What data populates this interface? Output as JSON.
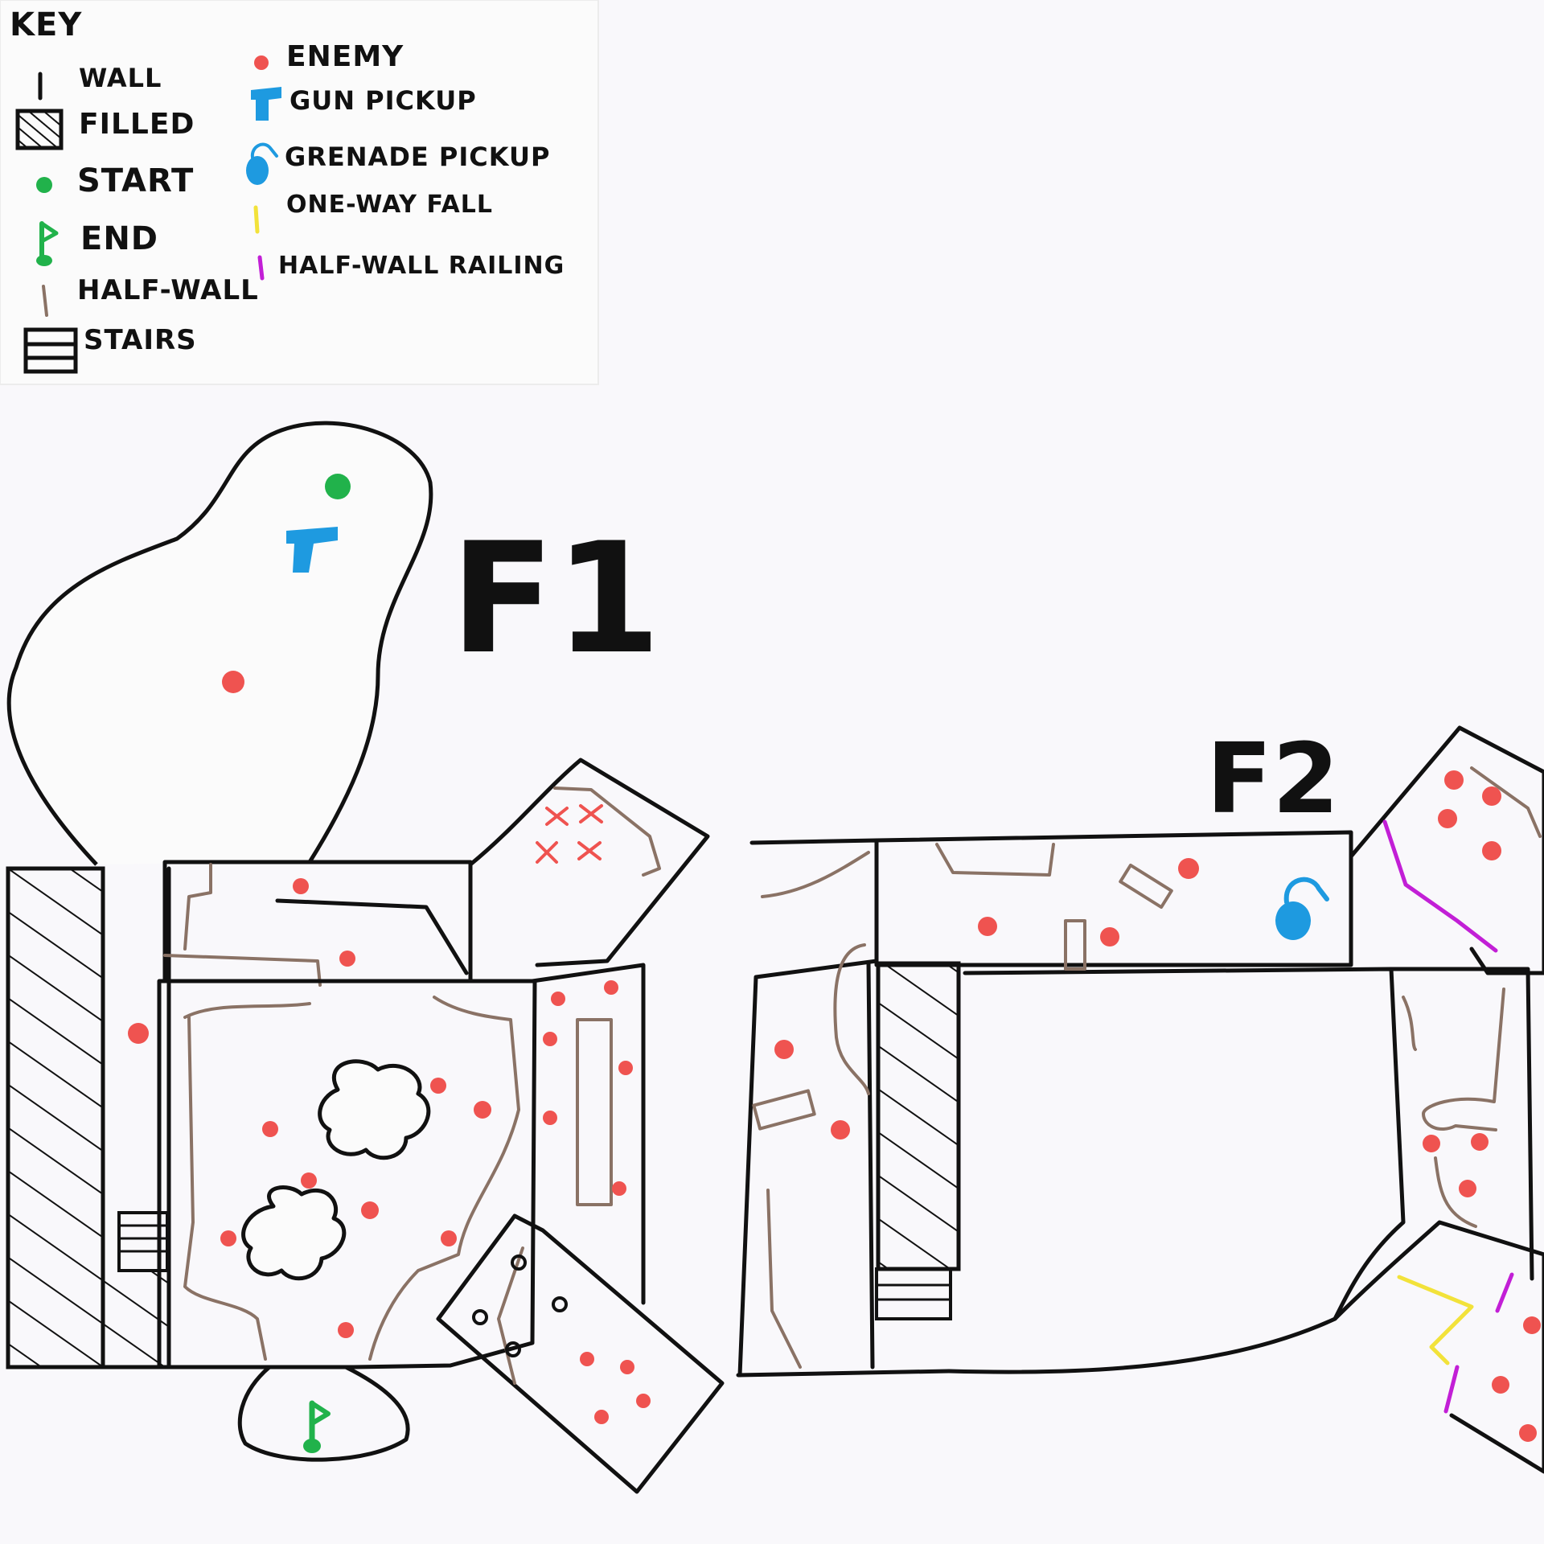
{
  "key": {
    "title": "KEY",
    "items": {
      "wall": "WALL",
      "filled": "FILLED",
      "start": "START",
      "end": "END",
      "half_wall": "HALF-WALL",
      "stairs": "STAIRS",
      "enemy": "ENEMY",
      "gun_pickup": "GUN PICKUP",
      "grenade_pickup": "GRENADE PICKUP",
      "one_way_fall": "ONE-WAY FALL",
      "half_wall_railing": "HALF-WALL RAILING"
    }
  },
  "floors": {
    "f1": "F1",
    "f2": "F2"
  },
  "colors": {
    "wall": "#111111",
    "half_wall": "#8a7265",
    "enemy": "#ef5350",
    "pickup": "#1e9ae0",
    "start_end": "#21b24b",
    "one_way_fall": "#f2e23a",
    "half_wall_railing": "#c21fd6"
  }
}
